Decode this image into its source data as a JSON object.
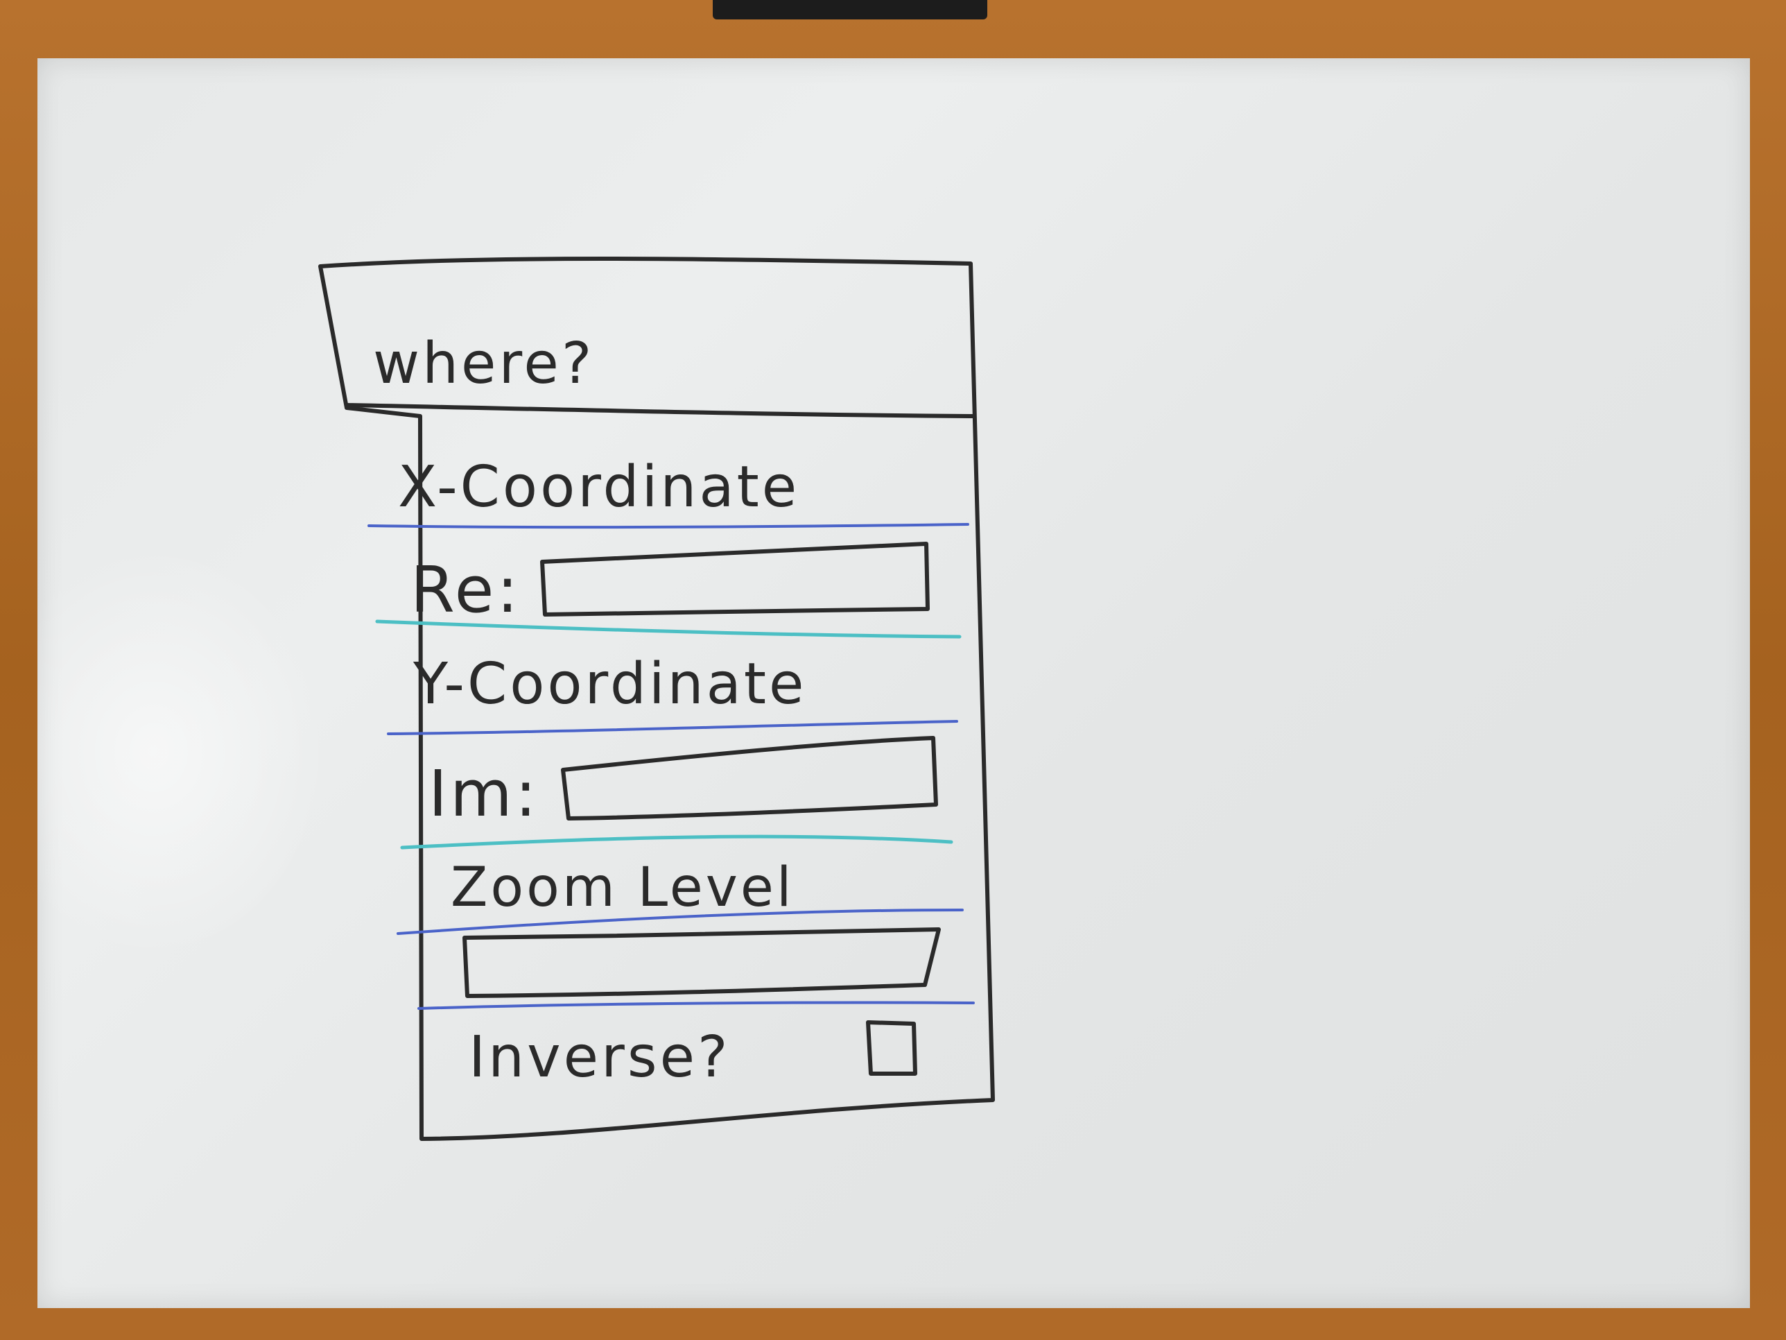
{
  "dialog": {
    "title": "where?",
    "x_coordinate_label": "X-Coordinate",
    "re_label": "Re:",
    "y_coordinate_label": "Y-Coordinate",
    "im_label": "Im:",
    "zoom_level_label": "Zoom Level",
    "inverse_label": "Inverse?",
    "re_value": "",
    "im_value": "",
    "zoom_value": "",
    "inverse_checked": false
  },
  "colors": {
    "ink": "#2a2a2a",
    "divider_blue": "#4a63c9",
    "divider_teal": "#4cbfc4",
    "board": "#e8eaea",
    "frame": "#a5621f"
  }
}
